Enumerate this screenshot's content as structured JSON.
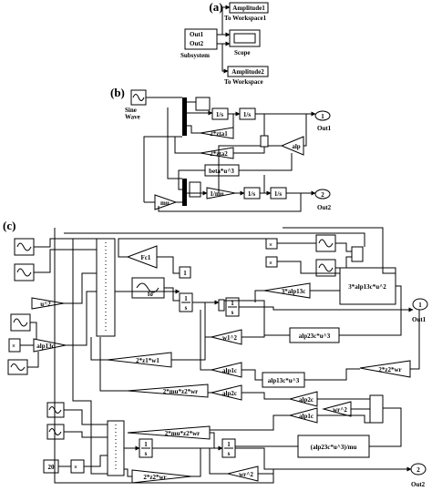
{
  "panels": {
    "a": {
      "label": "(a)",
      "subsystem": {
        "in1": "Out1",
        "in2": "Out2",
        "caption": "Subsystem"
      },
      "workspace1": {
        "value": "Amplitude1",
        "caption": "To Workspace1"
      },
      "scope": {
        "caption": "Scope"
      },
      "workspace2": {
        "value": "Amplitude2",
        "caption": "To Workspace"
      }
    },
    "b": {
      "label": "(b)",
      "sine": "Sine\nWave",
      "int1": "1/s",
      "int2": "1/s",
      "int3": "1/s",
      "int4": "1/s",
      "zta1": "2*zta1",
      "zta2": "2*zta2",
      "beta": "beta*u^3",
      "alp": "alp",
      "mu": "mu",
      "invmu": "1/mu",
      "out1": {
        "num": "1",
        "name": "Out1"
      },
      "out2": {
        "num": "2",
        "name": "Out2"
      }
    },
    "c": {
      "label": "(c)",
      "fc1": "Fc1",
      "const1": "1",
      "sqr": "u^2",
      "alp13c": "alp13c",
      "int1": "1/s",
      "int2": "1/s",
      "int3": "1/s",
      "int4": "1/s",
      "g_3alp13c": "3*alp13c",
      "f_3alp13c": "3*alp13c*u^2",
      "f_alp23c": "alp23c*u^3",
      "w1sq": "w1^2",
      "z1w1": "2*z1*w1",
      "alp1c_a": "alp1c",
      "alp13c3": "alp13c*u^3",
      "z2wr": "2*z2*wr",
      "mu_z2_wr_a": "2*mu*z2*wr",
      "alp2c_a": "alp2c",
      "alp2c_b": "alp2c",
      "wrsq_a": "wr^2",
      "alp1c_b": "alp1c",
      "mu_z2_wr_b": "2*mu*z2*wr",
      "alp23c_mu": "(alp23c*u^3)/mu",
      "const20": "20",
      "z2wr_b": "2*z2*wr",
      "wrsq_b": "wr^2",
      "out1": {
        "num": "1",
        "name": "Out1"
      },
      "out2": {
        "num": "2",
        "name": "Out2"
      }
    }
  }
}
